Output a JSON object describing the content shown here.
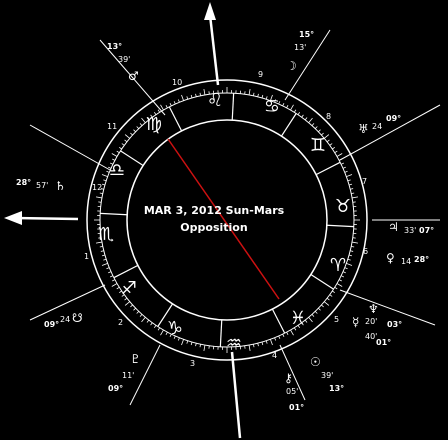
{
  "center": {
    "line1": "MAR 3, 2012 Sun-Mars",
    "line2": "Opposition"
  },
  "house_numbers": [
    "1",
    "2",
    "3",
    "4",
    "5",
    "6",
    "7",
    "8",
    "9",
    "10",
    "11",
    "12"
  ],
  "planets": [
    {
      "name": "mars",
      "glyph": "♂",
      "deg": "13°",
      "min": "39'"
    },
    {
      "name": "moon",
      "glyph": "☽",
      "deg": "15°",
      "min": "13'"
    },
    {
      "name": "uranus",
      "glyph": "♅",
      "deg": "09°",
      "min": "24"
    },
    {
      "name": "saturn",
      "glyph": "♄",
      "deg": "28°",
      "min": "57'"
    },
    {
      "name": "jupiter",
      "glyph": "♃",
      "deg": "07°",
      "min": "33'"
    },
    {
      "name": "venus",
      "glyph": "♀",
      "deg": "28°",
      "min": "14"
    },
    {
      "name": "mercury",
      "glyph": "☿",
      "deg": "03°",
      "min": "20'"
    },
    {
      "name": "neptune",
      "glyph": "♆",
      "deg": "01°",
      "min": "40'"
    },
    {
      "name": "sun",
      "glyph": "☉",
      "deg": "13°",
      "min": "39'"
    },
    {
      "name": "pluto",
      "glyph": "♇",
      "deg": "09°",
      "min": "11'"
    },
    {
      "name": "chiron",
      "glyph": "⚷",
      "deg": "01°",
      "min": "05'"
    },
    {
      "name": "node",
      "glyph": "☋",
      "deg": "09°",
      "min": "24"
    }
  ],
  "signs": [
    "♈",
    "♉",
    "♊",
    "♋",
    "♌",
    "♍",
    "♎",
    "♏",
    "♐",
    "♑",
    "♒",
    "♓"
  ],
  "colors": {
    "background": "#000000",
    "wheel": "#ffffff",
    "opposition_line": "#cc1111"
  }
}
